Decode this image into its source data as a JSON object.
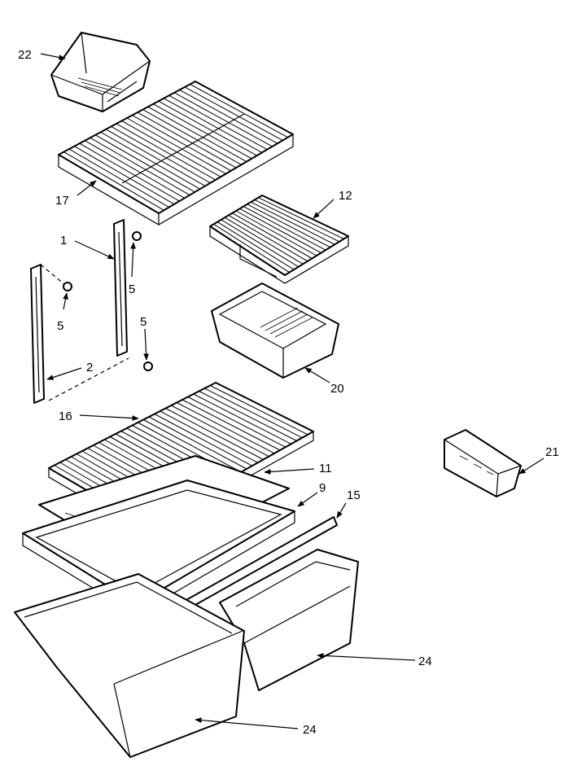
{
  "callouts": {
    "c1": "1",
    "c2": "2",
    "c5a": "5",
    "c5b": "5",
    "c5c": "5",
    "c9": "9",
    "c11": "11",
    "c12": "12",
    "c15": "15",
    "c16": "16",
    "c17": "17",
    "c20": "20",
    "c21": "21",
    "c22": "22",
    "c24a": "24",
    "c24b": "24"
  }
}
